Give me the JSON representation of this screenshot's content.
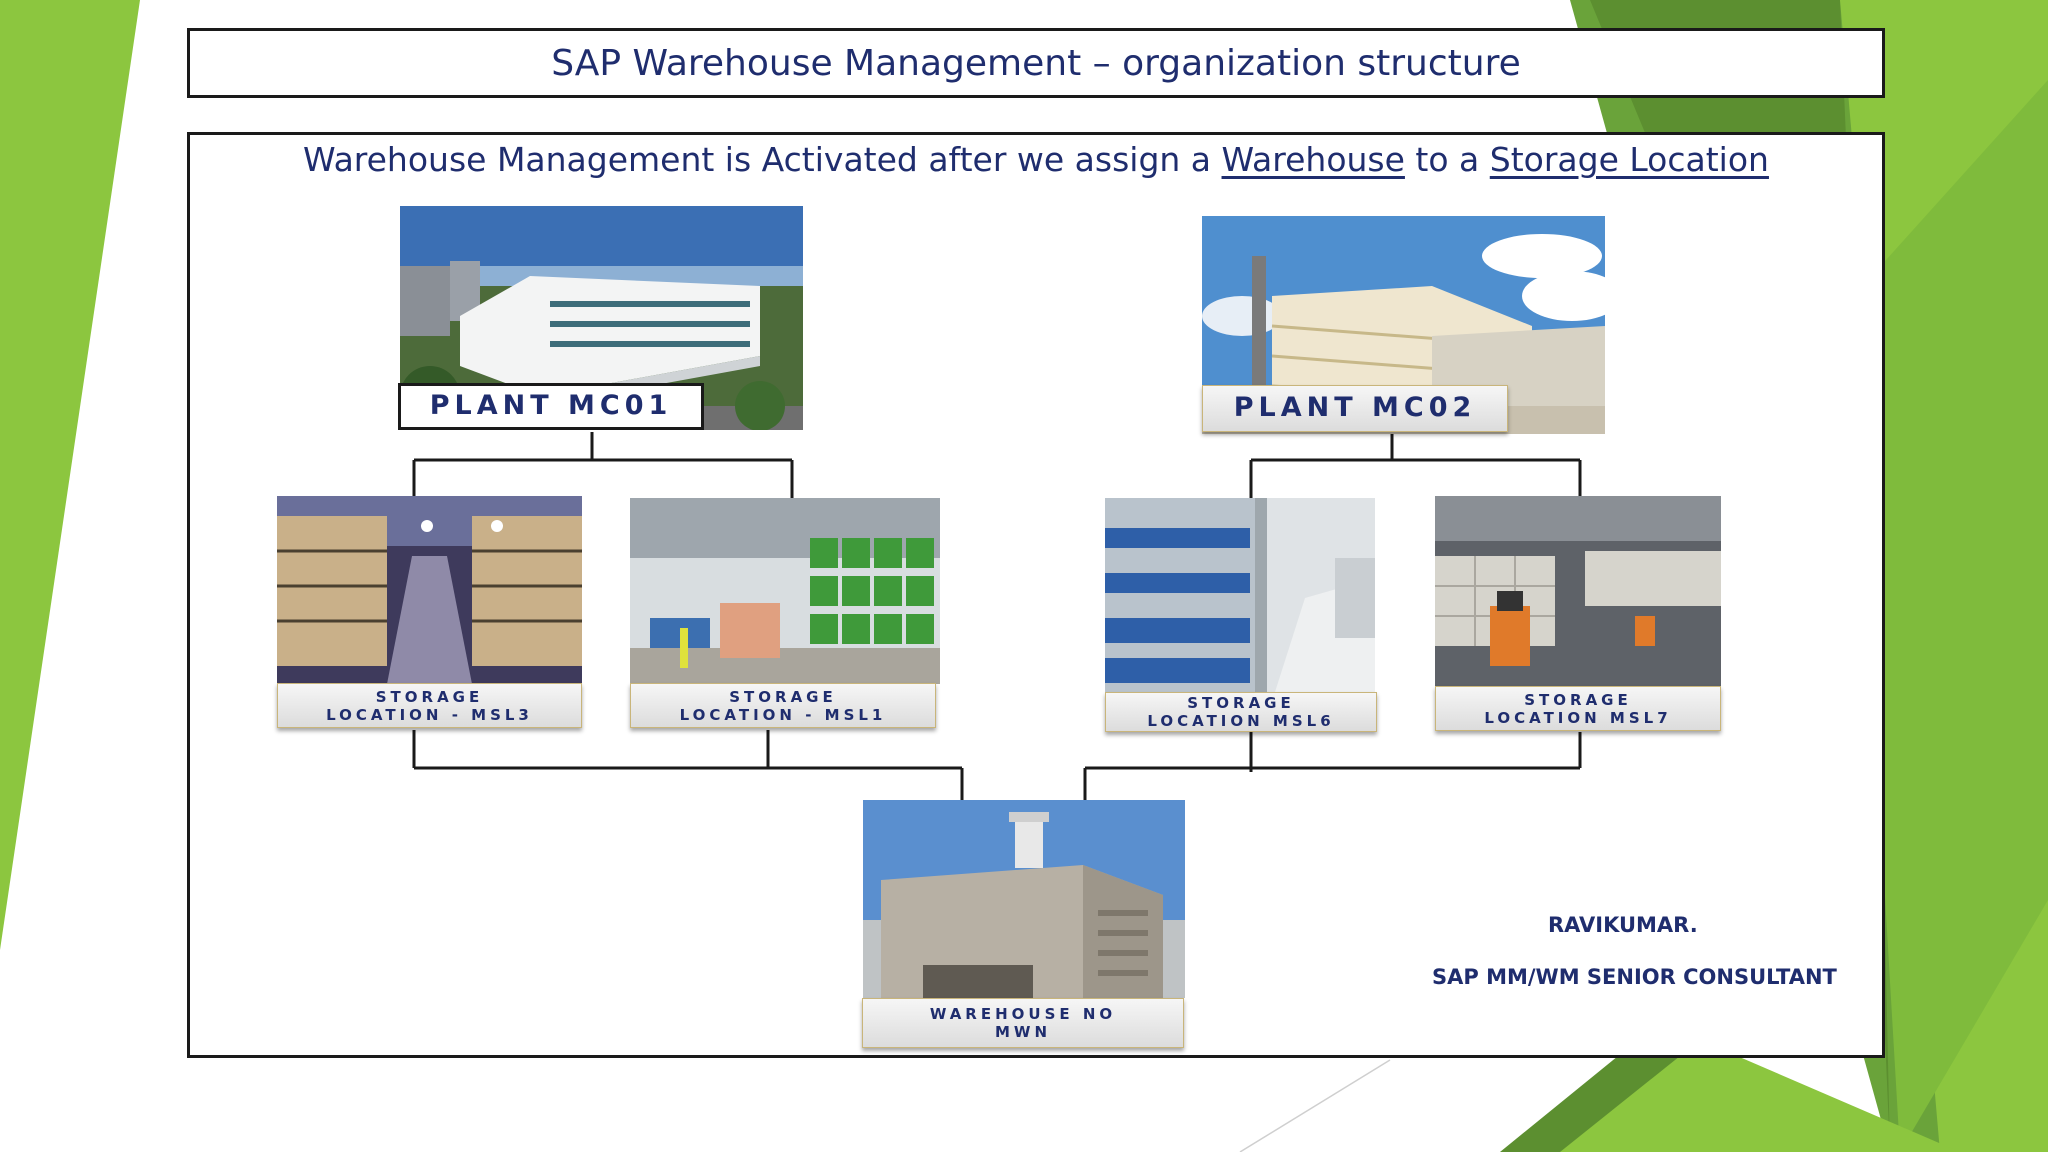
{
  "title": "SAP Warehouse Management – organization structure",
  "subtitle": {
    "prefix": "Warehouse Management is Activated after we assign a ",
    "warehouse": "Warehouse",
    "middle": " to a ",
    "storage_location": "Storage Location"
  },
  "plants": [
    {
      "label": "PLANT MC01",
      "icon": "office-building-photo"
    },
    {
      "label": "PLANT MC02",
      "icon": "factory-photo"
    }
  ],
  "storage_locations": [
    {
      "line1": "STORAGE",
      "line2": "LOCATION -   MSL3",
      "icon": "warehouse-racks-photo"
    },
    {
      "line1": "STORAGE",
      "line2": "LOCATION -   MSL1",
      "icon": "drums-storage-photo"
    },
    {
      "line1": "STORAGE",
      "line2": "LOCATION MSL6",
      "icon": "blue-racks-photo"
    },
    {
      "line1": "STORAGE",
      "line2": "LOCATION MSL7",
      "icon": "forklift-photo"
    }
  ],
  "warehouse": {
    "line1": "WAREHOUSE NO",
    "line2": "MWN",
    "icon": "warehouse-building-photo"
  },
  "author": {
    "name": "RAVIKUMAR.",
    "role": "SAP MM/WM SENIOR CONSULTANT"
  },
  "colors": {
    "title_text": "#1f2d6e",
    "accent_green": "#8cc63f",
    "dark_green": "#5a8f2a",
    "border": "#1a1a1a"
  }
}
